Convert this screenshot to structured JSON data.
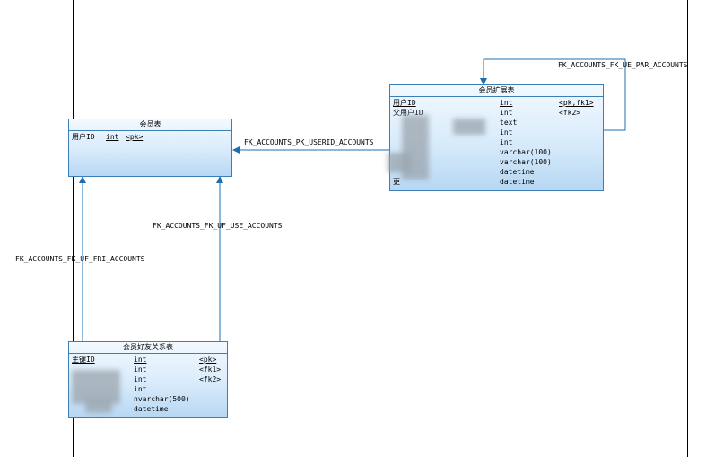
{
  "entities": {
    "member": {
      "title": "会员表",
      "rows": [
        {
          "name": "用户ID",
          "type": "int",
          "key": "<pk>",
          "underline": true
        }
      ]
    },
    "member_ext": {
      "title": "会员扩展表",
      "rows": [
        {
          "name": "用户ID",
          "type": "int",
          "key": "<pk,fk1>",
          "underline": true
        },
        {
          "name": "父用户ID",
          "type": "int",
          "key": "<fk2>"
        },
        {
          "name": "",
          "type": "text",
          "key": ""
        },
        {
          "name": "",
          "type": "int",
          "key": ""
        },
        {
          "name": "",
          "type": "int",
          "key": ""
        },
        {
          "name": "",
          "type": "varchar(100)",
          "key": ""
        },
        {
          "name": "",
          "type": "varchar(100)",
          "key": ""
        },
        {
          "name": "",
          "type": "datetime",
          "key": ""
        },
        {
          "name": "更",
          "type": "datetime",
          "key": ""
        }
      ]
    },
    "friend": {
      "title": "会员好友关系表",
      "rows": [
        {
          "name": "主键ID",
          "type": "int",
          "key": "<pk>",
          "underline": true
        },
        {
          "name": "",
          "type": "int",
          "key": "<fk1>"
        },
        {
          "name": "",
          "type": "int",
          "key": "<fk2>"
        },
        {
          "name": "",
          "type": "int",
          "key": ""
        },
        {
          "name": "",
          "type": "nvarchar(500)",
          "key": ""
        },
        {
          "name": "",
          "type": "datetime",
          "key": ""
        }
      ]
    }
  },
  "relations": {
    "par": "FK_ACCOUNTS_FK_UE_PAR_ACCOUNTS",
    "userid": "FK_ACCOUNTS_PK_USERID_ACCOUNTS",
    "use": "FK_ACCOUNTS_FK_UF_USE_ACCOUNTS",
    "fri": "FK_ACCOUNTS_FK_UF_FRI_ACCOUNTS"
  },
  "colors": {
    "line": "#1f6fb0",
    "border": "#3b7fb5"
  }
}
